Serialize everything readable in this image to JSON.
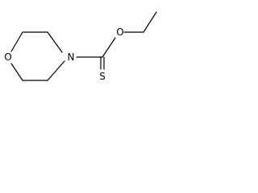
{
  "molecule": {
    "atoms": {
      "ring_oxygen": "O",
      "nitrogen": "N",
      "ester_oxygen": "O",
      "sulfur": "S"
    }
  },
  "colors": {
    "bond": "#000000",
    "label": "#000000",
    "background": "#ffffff"
  }
}
